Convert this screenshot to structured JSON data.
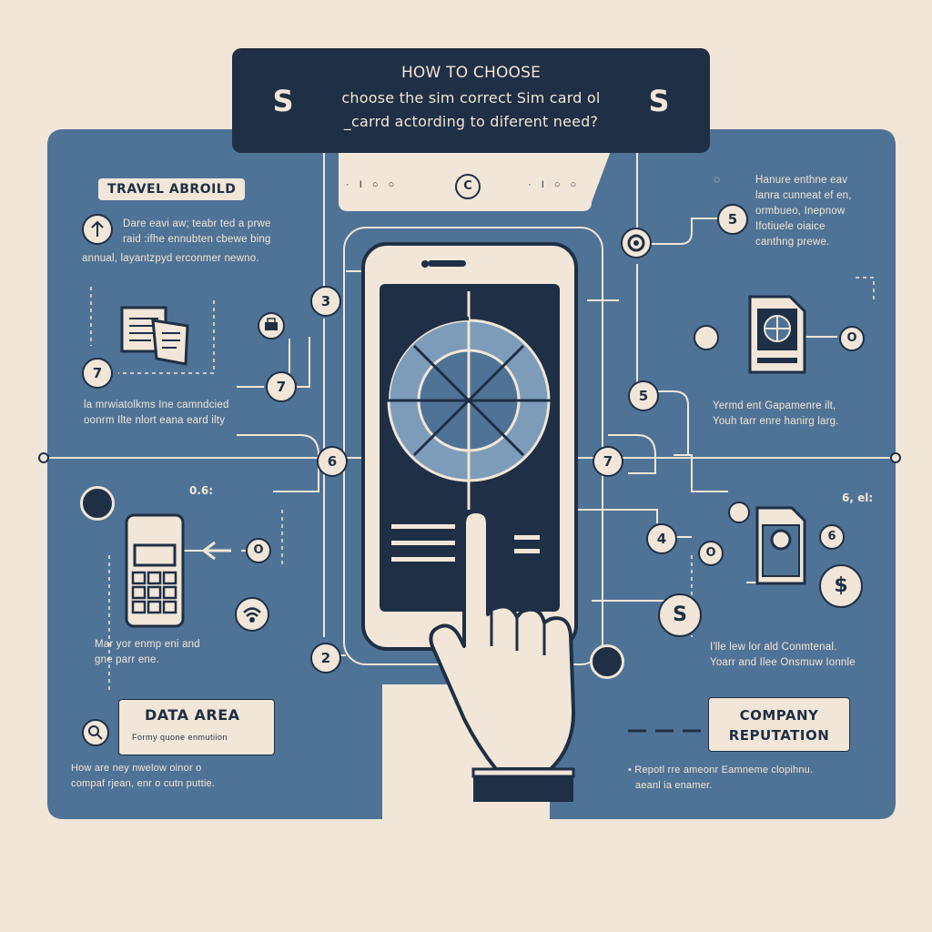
{
  "header": {
    "title": "HOW TO CHOOSE",
    "line2": "choose the sim correct Sim card ol",
    "line3": "_carrd actording to diferent need?",
    "left_symbol": "S",
    "right_symbol": "S"
  },
  "top_markers": {
    "left": "· I ○ ○",
    "right": "· I ○ ○",
    "center": "C"
  },
  "travel": {
    "label": "TRAVEL ABROILD",
    "text_line1": "Dare eavi aw; teabr ted a prwe",
    "text_line2": "raid :ifhe ennubten cbewe bing",
    "text_line3": "annual, layantzpyd erconmer newno.",
    "caption_line1": "la mrwiatolkms Ine camndcied",
    "caption_line2": "oonrm Ilte nlort eana eard ilty"
  },
  "top_right": {
    "text_line1": "Hanure enthne eav",
    "text_line2": "lanra cunneat ef en,",
    "text_line3": "ormbueo, Inepnow",
    "text_line4": "Ifotiuele oiaice",
    "text_line5": "canthng prewe.",
    "mid_line1": "Yermd ent Gapamenre ilt,",
    "mid_line2": "Youh tarr enre hanirg larg."
  },
  "data_area": {
    "label": "DATA AREA",
    "sublabel": "Formy quone enmutiion",
    "note_line1": "Mar yor enmp eni and",
    "note_line2": "gne parr ene.",
    "text_line1": "How are ney nwelow oinor o",
    "text_line2": "compaf rjean, enr o cutn puttie."
  },
  "company": {
    "label_line1": "COMPANY",
    "label_line2": "REPUTATION",
    "note_line1": "I'lle lew lor ald Conmtenal.",
    "note_line2": "Yoarr and Ilee Onsmuw Ionnle",
    "text_line1": "• Repotl rre ameonr Eamneme clopihnu.",
    "text_line2": "aeanl ia enamer."
  },
  "markers": {
    "left_top": "0.6:",
    "right_top": "6, el:"
  },
  "numbers": {
    "n_left_upper": "7",
    "n_3": "3",
    "n_7a": "7",
    "n_6": "6",
    "n_2": "2",
    "n_7b": "7",
    "n_5a": "5",
    "n_5b": "5",
    "n_4": "4",
    "n_6b": "6",
    "n_o1": "O",
    "n_o2": "O",
    "n_s1": "S",
    "dollar": "$"
  },
  "colors": {
    "background": "#f1e6d7",
    "panel": "#4f7396",
    "navy": "#1f2f45",
    "accent": "#7c9cba"
  }
}
